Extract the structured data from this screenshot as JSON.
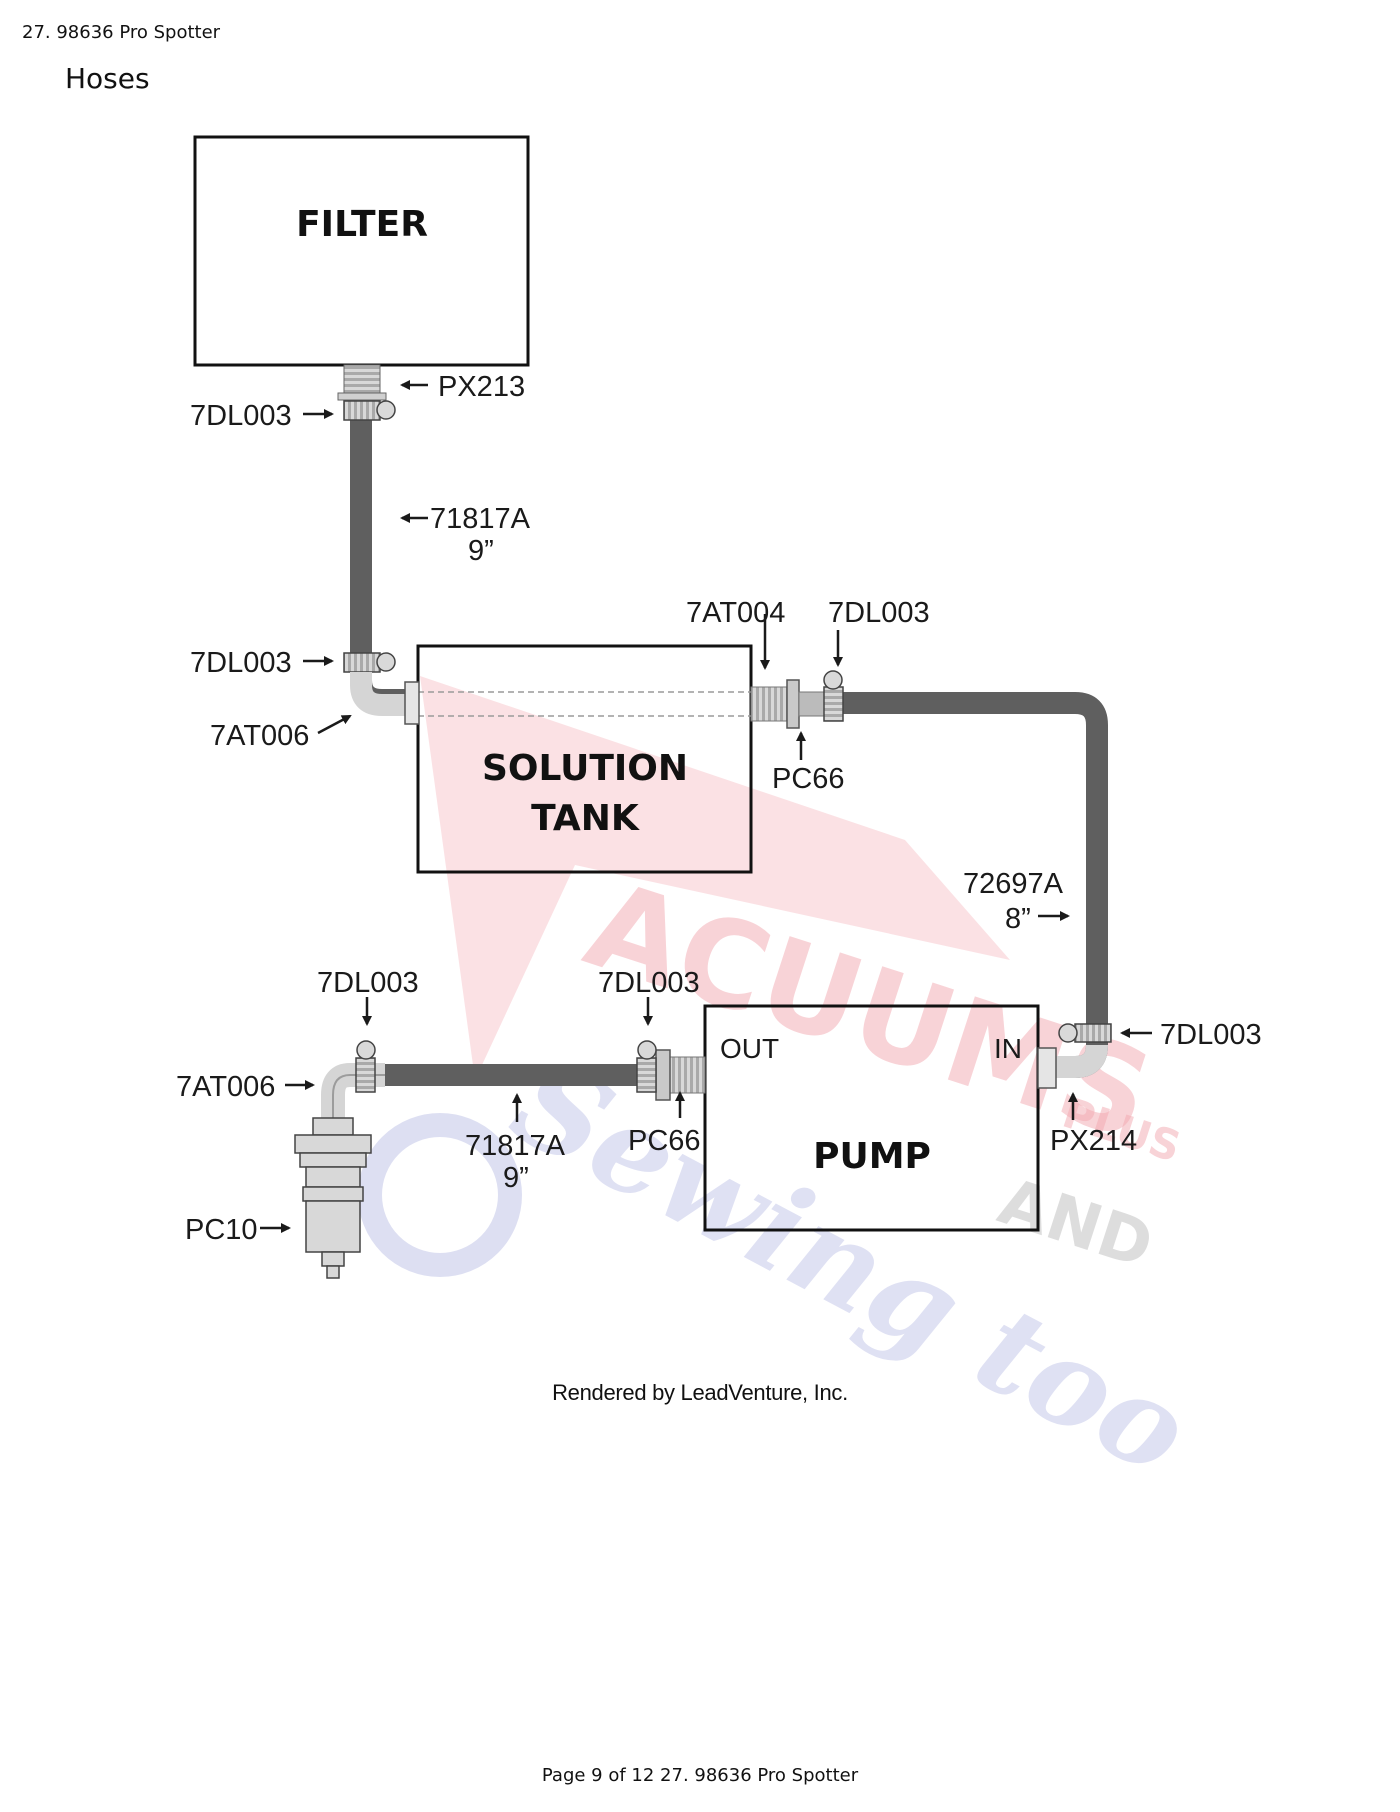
{
  "page": {
    "header": "27. 98636 Pro Spotter",
    "section_title": "Hoses",
    "footer": "Page 9 of 12 27. 98636 Pro Spotter",
    "rendered_by": "Rendered by LeadVenture, Inc."
  },
  "diagram": {
    "components": {
      "filter": "FILTER",
      "solution_tank_line1": "SOLUTION",
      "solution_tank_line2": "TANK",
      "pump": "PUMP",
      "pump_out": "OUT",
      "pump_in": "IN"
    },
    "callouts": {
      "px213": "PX213",
      "clamp_filter": "7DL003",
      "hose_top_part": "71817A",
      "hose_top_len": "9”",
      "clamp_tank_left": "7DL003",
      "elbow_tank": "7AT006",
      "tank_fitting": "7AT004",
      "clamp_tank_right": "7DL003",
      "pc66_tank": "PC66",
      "hose_right_part": "72697A",
      "hose_right_len": "8”",
      "clamp_pump_in": "7DL003",
      "px214": "PX214",
      "clamp_lower_left": "7DL003",
      "elbow_lower": "7AT006",
      "clamp_pump_out": "7DL003",
      "hose_bottom_part": "71817A",
      "hose_bottom_len": "9”",
      "pc66_pump": "PC66",
      "pc10": "PC10"
    },
    "watermark": {
      "line1": "ACUUMS",
      "plus": "PLUS",
      "and": "AND",
      "line2": "Sewing too"
    }
  }
}
